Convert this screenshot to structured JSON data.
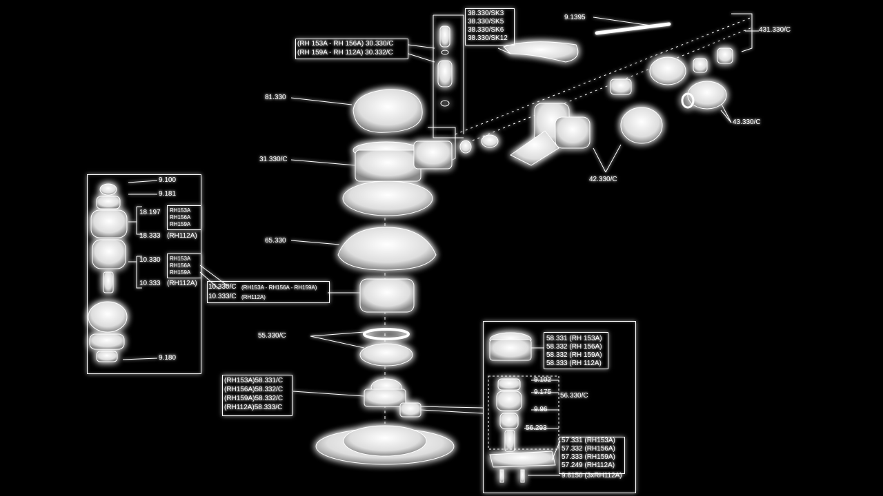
{
  "diagram": {
    "labels": {
      "l_38330sk3": "38.330/SK3",
      "l_38330sk5": "38.330/SK5",
      "l_38330sk6": "38.330/SK6",
      "l_38330sk12": "38.330/SK12",
      "l_91395": "9.1395",
      "l_431330c": "431.330/C",
      "l_rh153_30330": "(RH 153A - RH 156A) 30.330/C",
      "l_rh159_30332": "(RH 159A - RH 112A) 30.332/C",
      "l_81330": "81.330",
      "l_43330c": "43.330/C",
      "l_31330c": "31.330/C",
      "l_42330c": "42.330/C",
      "l_9100": "9.100",
      "l_9181": "9.181",
      "l_18197": "18.197",
      "l_rh153a_1": "RH153A",
      "l_rh156a_1": "RH156A",
      "l_rh159a_1": "RH159A",
      "l_18333": "18.333",
      "l_rh112a_1": "(RH112A)",
      "l_65330": "65.330",
      "l_10330": "10.330",
      "l_rh153a_2": "RH153A",
      "l_rh156a_2": "RH156A",
      "l_rh159a_2": "RH159A",
      "l_10333": "10.333",
      "l_rh112a_2": "(RH112A)",
      "l_10330c_a": "10.330/C",
      "l_10330c_b": "(RH153A - RH156A - RH159A)",
      "l_10333c_a": "10.333/C",
      "l_10333c_b": "(RH112A)",
      "l_9180": "9.180",
      "l_55330c": "55.330/C",
      "l_58331": "58.331 (RH 153A)",
      "l_58332a": "58.332 (RH 156A)",
      "l_58332b": "58.332 (RH 159A)",
      "l_58333": "58.333 (RH 112A)",
      "l_rh153a_58331": "(RH153A)58.331/C",
      "l_rh156a_58332": "(RH156A)58.332/C",
      "l_rh159a_58332": "(RH159A)58.332/C",
      "l_rh112a_58333": "(RH112A)58.333/C",
      "l_9102": "9.102",
      "l_9175": "9.175",
      "l_56330c": "56.330/C",
      "l_996": "9.96",
      "l_56293": "56.293",
      "l_57331": "57.331 (RH153A)",
      "l_57332": "57.332 (RH156A)",
      "l_57333": "57.333 (RH159A)",
      "l_57249": "57.249 (RH112A)",
      "l_96150": "9.6150 (3xRH112A)"
    },
    "colors": {
      "background": "#000000",
      "line": "#ffffff",
      "glow": "#ffffff"
    }
  }
}
